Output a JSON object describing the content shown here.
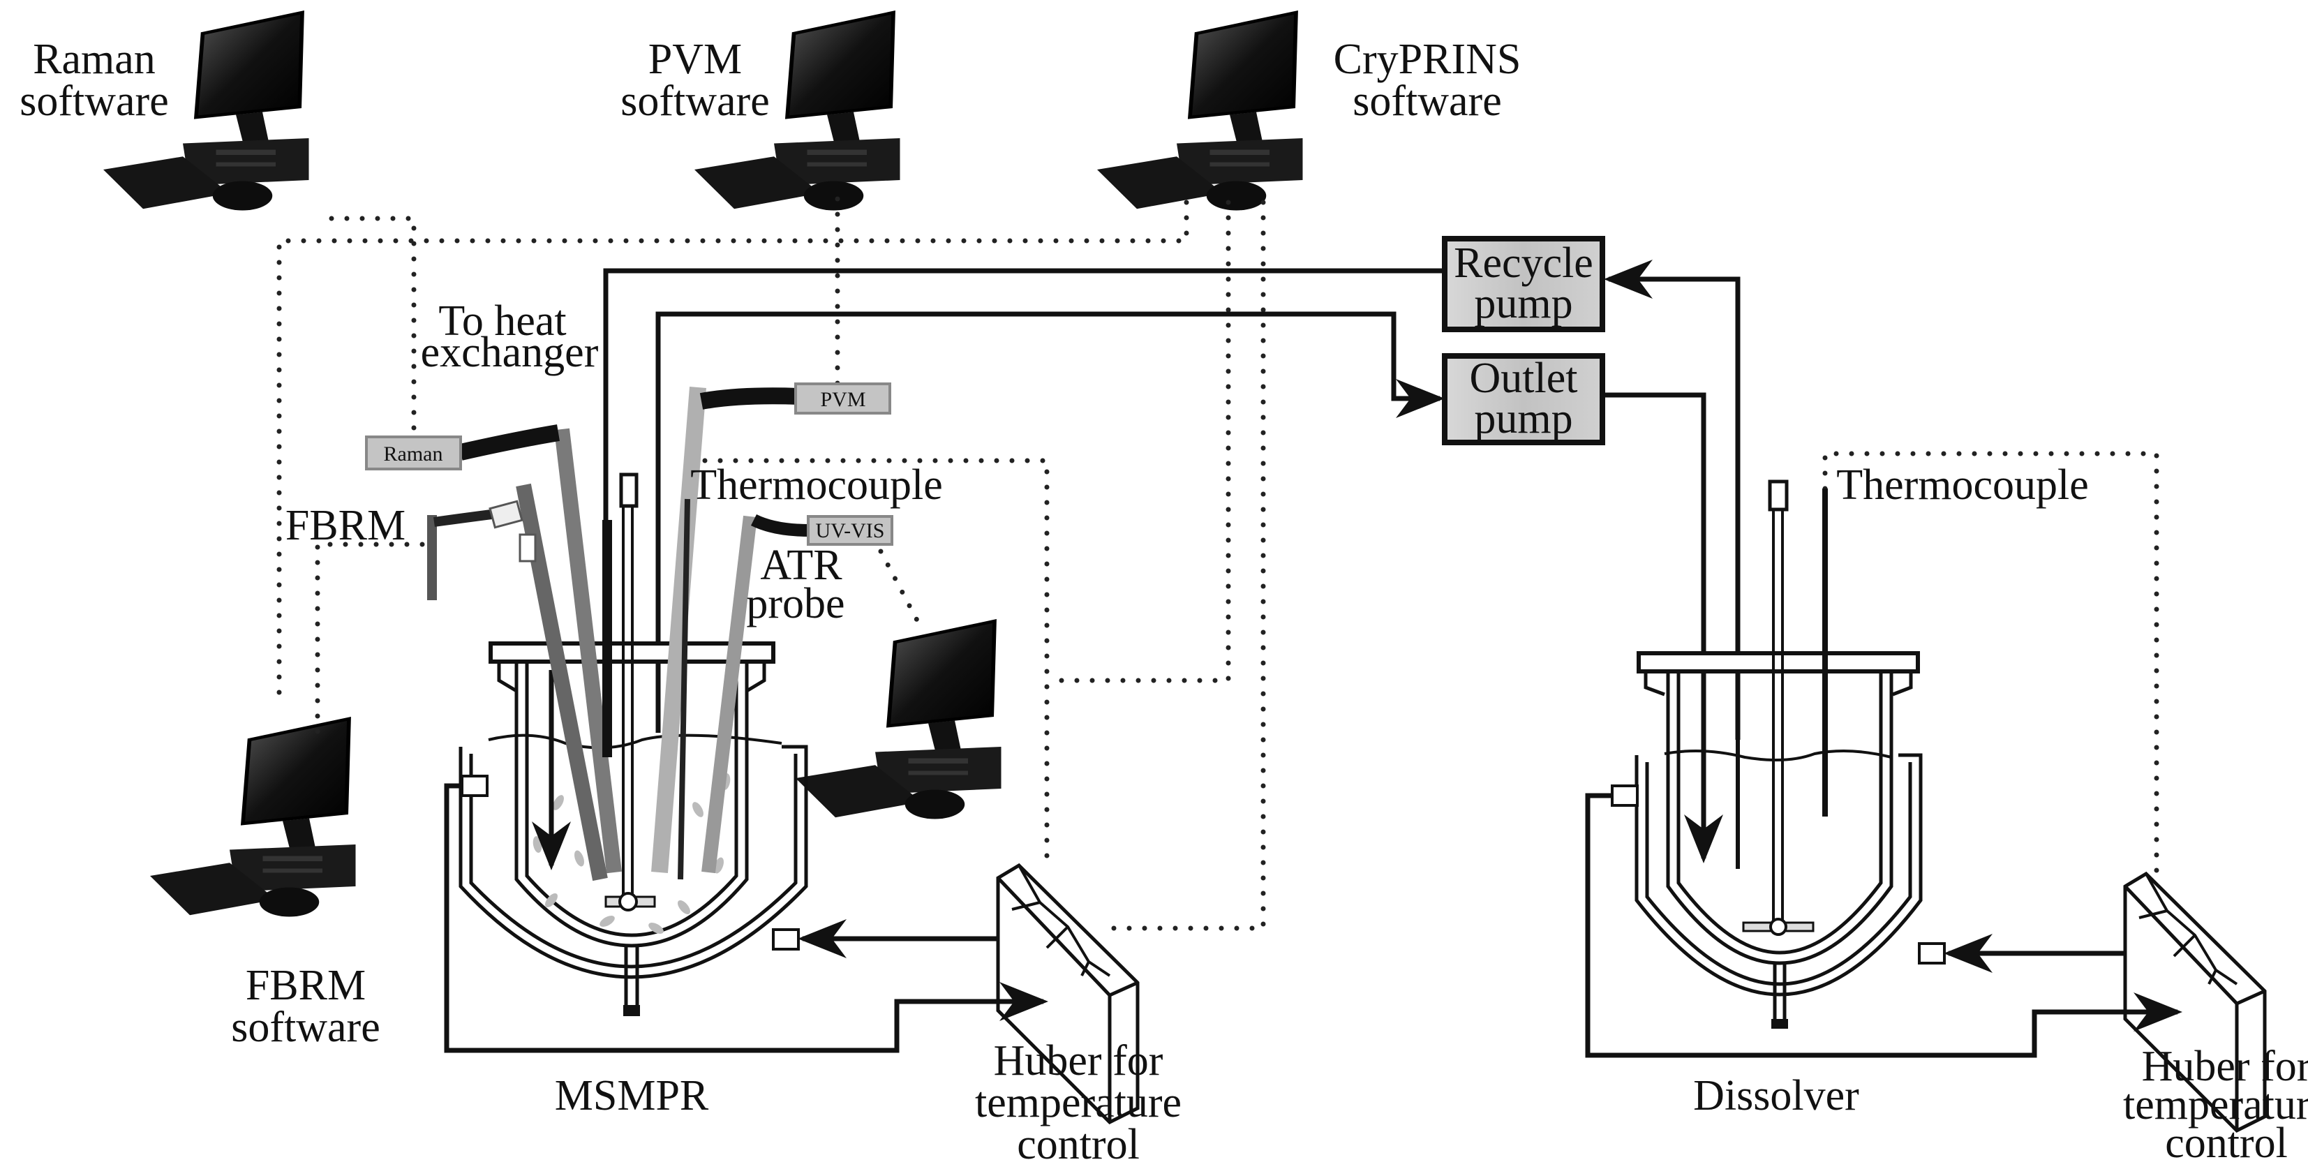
{
  "diagram": {
    "title": "MSMPR crystallizer with dissolver and PAT instrumentation setup",
    "computers": [
      {
        "id": "raman",
        "label_line1": "Raman",
        "label_line2": "software"
      },
      {
        "id": "pvm",
        "label_line1": "PVM",
        "label_line2": "software"
      },
      {
        "id": "cryprins",
        "label_line1": "CryPRINS",
        "label_line2": "software"
      },
      {
        "id": "fbrm",
        "label_line1": "FBRM",
        "label_line2": "software"
      },
      {
        "id": "atr",
        "label_line1": "",
        "label_line2": ""
      }
    ],
    "pumps": {
      "recycle": {
        "line1": "Recycle",
        "line2": "pump"
      },
      "outlet": {
        "line1": "Outlet",
        "line2": "pump"
      }
    },
    "probes": {
      "raman": "Raman",
      "pvm": "PVM",
      "uvvis": "UV-VIS",
      "fbrm": "FBRM",
      "atr_line1": "ATR",
      "atr_line2": "probe",
      "thermocouple_msmpr": "Thermocouple",
      "thermocouple_dissolver": "Thermocouple"
    },
    "annotations": {
      "heat_exchanger_line1": "To heat",
      "heat_exchanger_line2": "exchanger"
    },
    "vessels": {
      "msmpr": "MSMPR",
      "dissolver": "Dissolver"
    },
    "hubers": {
      "msmpr": {
        "line1": "Huber for",
        "line2": "temperature",
        "line3": "control"
      },
      "dissolver": {
        "line1": "Huber for",
        "line2": "temperature",
        "line3": "control"
      }
    },
    "colors": {
      "line": "#111111",
      "pump_fill": "#c8c8c8",
      "probe_tag_fill": "#c4c4c4",
      "probe_light": "#b0b0b0",
      "probe_mid": "#7a7a7a",
      "probe_dark": "#555555"
    }
  }
}
